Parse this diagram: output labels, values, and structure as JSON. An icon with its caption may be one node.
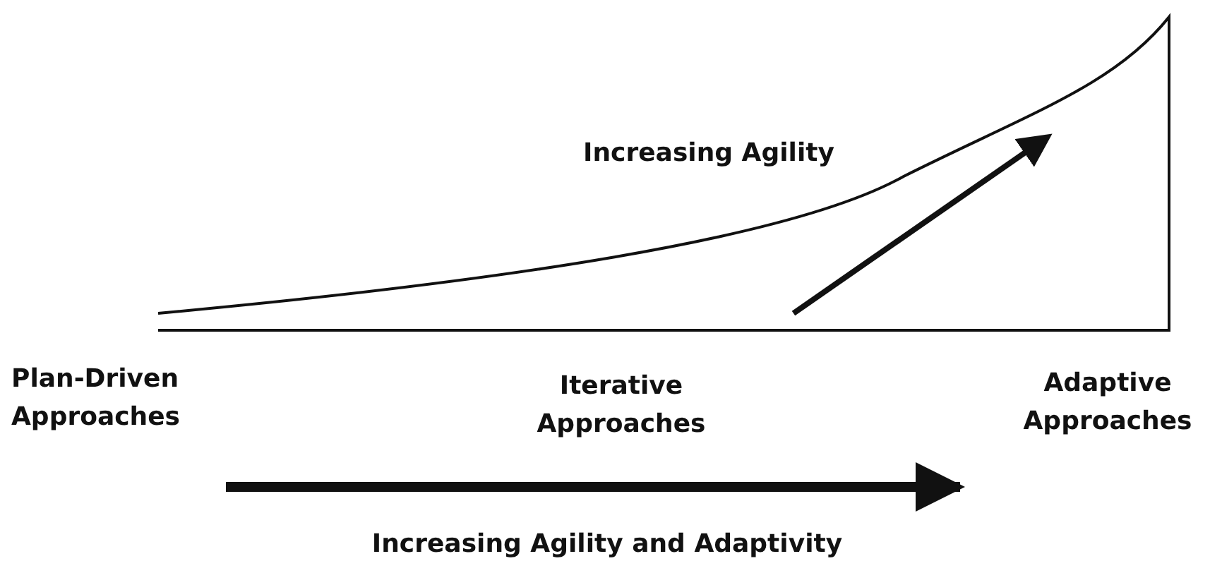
{
  "diagram": {
    "labels": [
      "Increasing Agility",
      "Plan-Driven Approaches",
      "Iterative Approaches",
      "Adaptive Approaches",
      "Increasing Agility and Adaptivity"
    ]
  }
}
